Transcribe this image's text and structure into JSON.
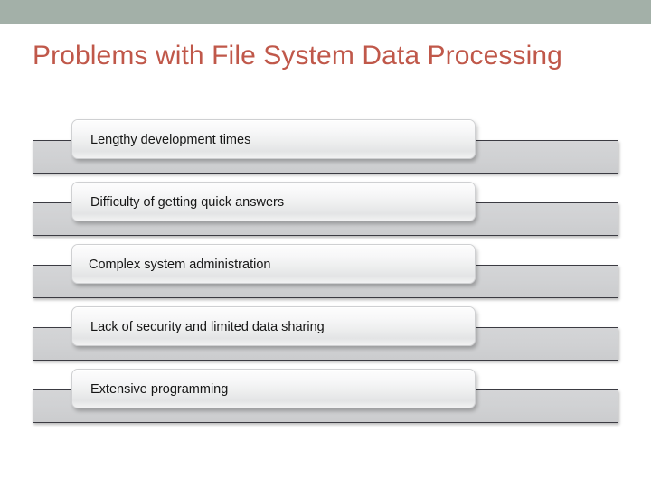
{
  "slide": {
    "title": "Problems with File System Data Processing",
    "theme": {
      "band_color": "#a3b0a8",
      "title_color": "#c0584a",
      "bar_color": "#d2d3d5",
      "card_color": "#f4f4f5",
      "text_color": "#161616",
      "background": "#ffffff"
    },
    "callouts": [
      {
        "label": "Lengthy development times"
      },
      {
        "label": "Difficulty of getting quick answers"
      },
      {
        "label": "Complex system administration"
      },
      {
        "label": "Lack of security and limited data sharing"
      },
      {
        "label": "Extensive programming"
      }
    ]
  }
}
